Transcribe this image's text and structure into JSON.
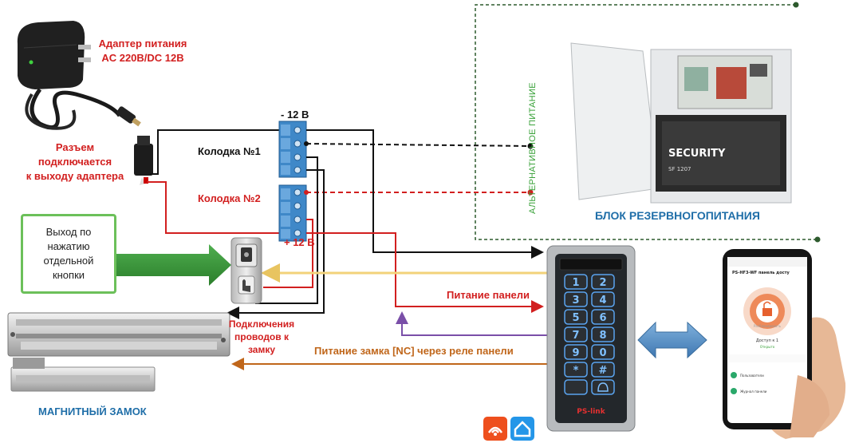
{
  "labels": {
    "adapter": "Адаптер питания\nAC 220В/DC 12В",
    "connector": "Разъем\nподключается\nк выходу адаптера",
    "minus12": "- 12 В",
    "block1": "Колодка №1",
    "block2": "Колодка №2",
    "plus12": "+ 12 В",
    "exit_button": "Выход по\nнажатию\nотдельной\nкнопки",
    "lock_wires": "Подключения\nпроводов к\nзамку",
    "magnetic_lock": "МАГНИТНЫЙ ЗАМОК",
    "panel_power": "Питание панели",
    "lock_power": "Питание замка [NC] через реле панели",
    "alt_power": "АЛЬТЕРНАТИВНОЕ ПИТАНИЕ",
    "backup_unit": "БЛОК РЕЗЕРВНОГОПИТАНИЯ"
  },
  "keypad": {
    "keys": [
      "1",
      "2",
      "3",
      "4",
      "5",
      "6",
      "7",
      "8",
      "9",
      "0",
      "*",
      "#",
      "",
      ""
    ],
    "brand": "PS-link"
  },
  "battery": {
    "brand": "SECURITY",
    "model": "SF 1207"
  },
  "phone": {
    "app_title": "PS-HF3-WF панель досту",
    "ring_text": "Разблокировать",
    "door_label": "Доступ к 1",
    "status": "Открыто",
    "list": [
      "Пользователи",
      "Журнал панели"
    ]
  },
  "colors": {
    "red_wire": "#d21f1f",
    "black_wire": "#111111",
    "yellow_wire": "#f2d27a",
    "purple_wire": "#7a4fa8",
    "orange_wire": "#c0661a",
    "green_arrow": "#2e8b2e",
    "blue_arrow": "#4a86c0",
    "dashed_frame": "#2d5a2d"
  },
  "icons": [
    "power-adapter-icon",
    "dc-connector-icon",
    "terminal-block-icon",
    "exit-button-icon",
    "magnetic-lock-icon",
    "access-keypad-icon",
    "backup-power-box-icon",
    "smartphone-icon",
    "wifi-app-icon",
    "smart-home-app-icon",
    "double-arrow-icon"
  ]
}
